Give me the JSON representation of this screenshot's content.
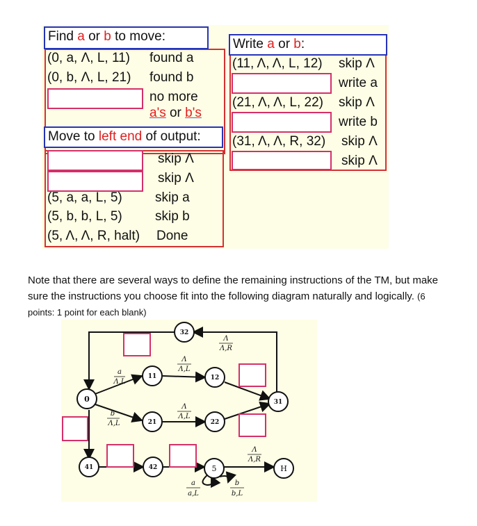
{
  "left_table": {
    "find_header": [
      "Find ",
      "a",
      " or ",
      "b",
      " to move:"
    ],
    "find_rows": [
      {
        "tuple": "(0, a, Λ, L, 11)",
        "action": "found a"
      },
      {
        "tuple": "(0, b, Λ, L, 21)",
        "action": "found b"
      }
    ],
    "no_more": [
      "no more",
      "a's",
      " or ",
      "b's"
    ],
    "move_header": [
      "Move to ",
      "left end",
      " of output:"
    ],
    "move_rows": [
      {
        "tuple": "",
        "action": "skip Λ"
      },
      {
        "tuple": "",
        "action": "skip Λ"
      },
      {
        "tuple": "(5, a, a, L, 5)",
        "action": "skip a"
      },
      {
        "tuple": "(5, b, b, L, 5)",
        "action": "skip b"
      },
      {
        "tuple": "(5, Λ, Λ, R, halt)",
        "action": "Done"
      }
    ]
  },
  "right_table": {
    "header": [
      "Write ",
      "a",
      " or ",
      "b",
      ":"
    ],
    "rows": [
      {
        "tuple": "(11, Λ, Λ, L, 12)",
        "action": "skip Λ"
      },
      {
        "tuple": "",
        "action": "write a"
      },
      {
        "tuple": "(21, Λ, Λ, L, 22)",
        "action": "skip Λ"
      },
      {
        "tuple": "",
        "action": "write b"
      },
      {
        "tuple": "(31, Λ, Λ, R, 32)",
        "action": "skip Λ"
      },
      {
        "tuple": "",
        "action": "skip Λ"
      }
    ]
  },
  "note": {
    "text": "Note that there are several ways to define the remaining instructions of the TM, but make sure the instructions you choose fit into the following diagram naturally and logically.",
    "points": "(6 points: 1 point for each blank)"
  },
  "diagram": {
    "states": [
      "0",
      "11",
      "12",
      "21",
      "22",
      "31",
      "32",
      "41",
      "42",
      "5",
      "H"
    ],
    "edge_labels": {
      "e0_11": {
        "top": "a",
        "bottom": "Λ,L"
      },
      "e0_21": {
        "top": "b",
        "bottom": "Λ,L"
      },
      "e11_12": {
        "top": "Λ",
        "bottom": "Λ,L"
      },
      "e21_22": {
        "top": "Λ",
        "bottom": "Λ,L"
      },
      "e31_32": {
        "top": "Λ",
        "bottom": "Λ,R"
      },
      "e5_H": {
        "top": "Λ",
        "bottom": "Λ,R"
      },
      "loop_a": {
        "top": "a",
        "bottom": "a,L"
      },
      "loop_b": {
        "top": "b",
        "bottom": "b,L"
      }
    }
  }
}
